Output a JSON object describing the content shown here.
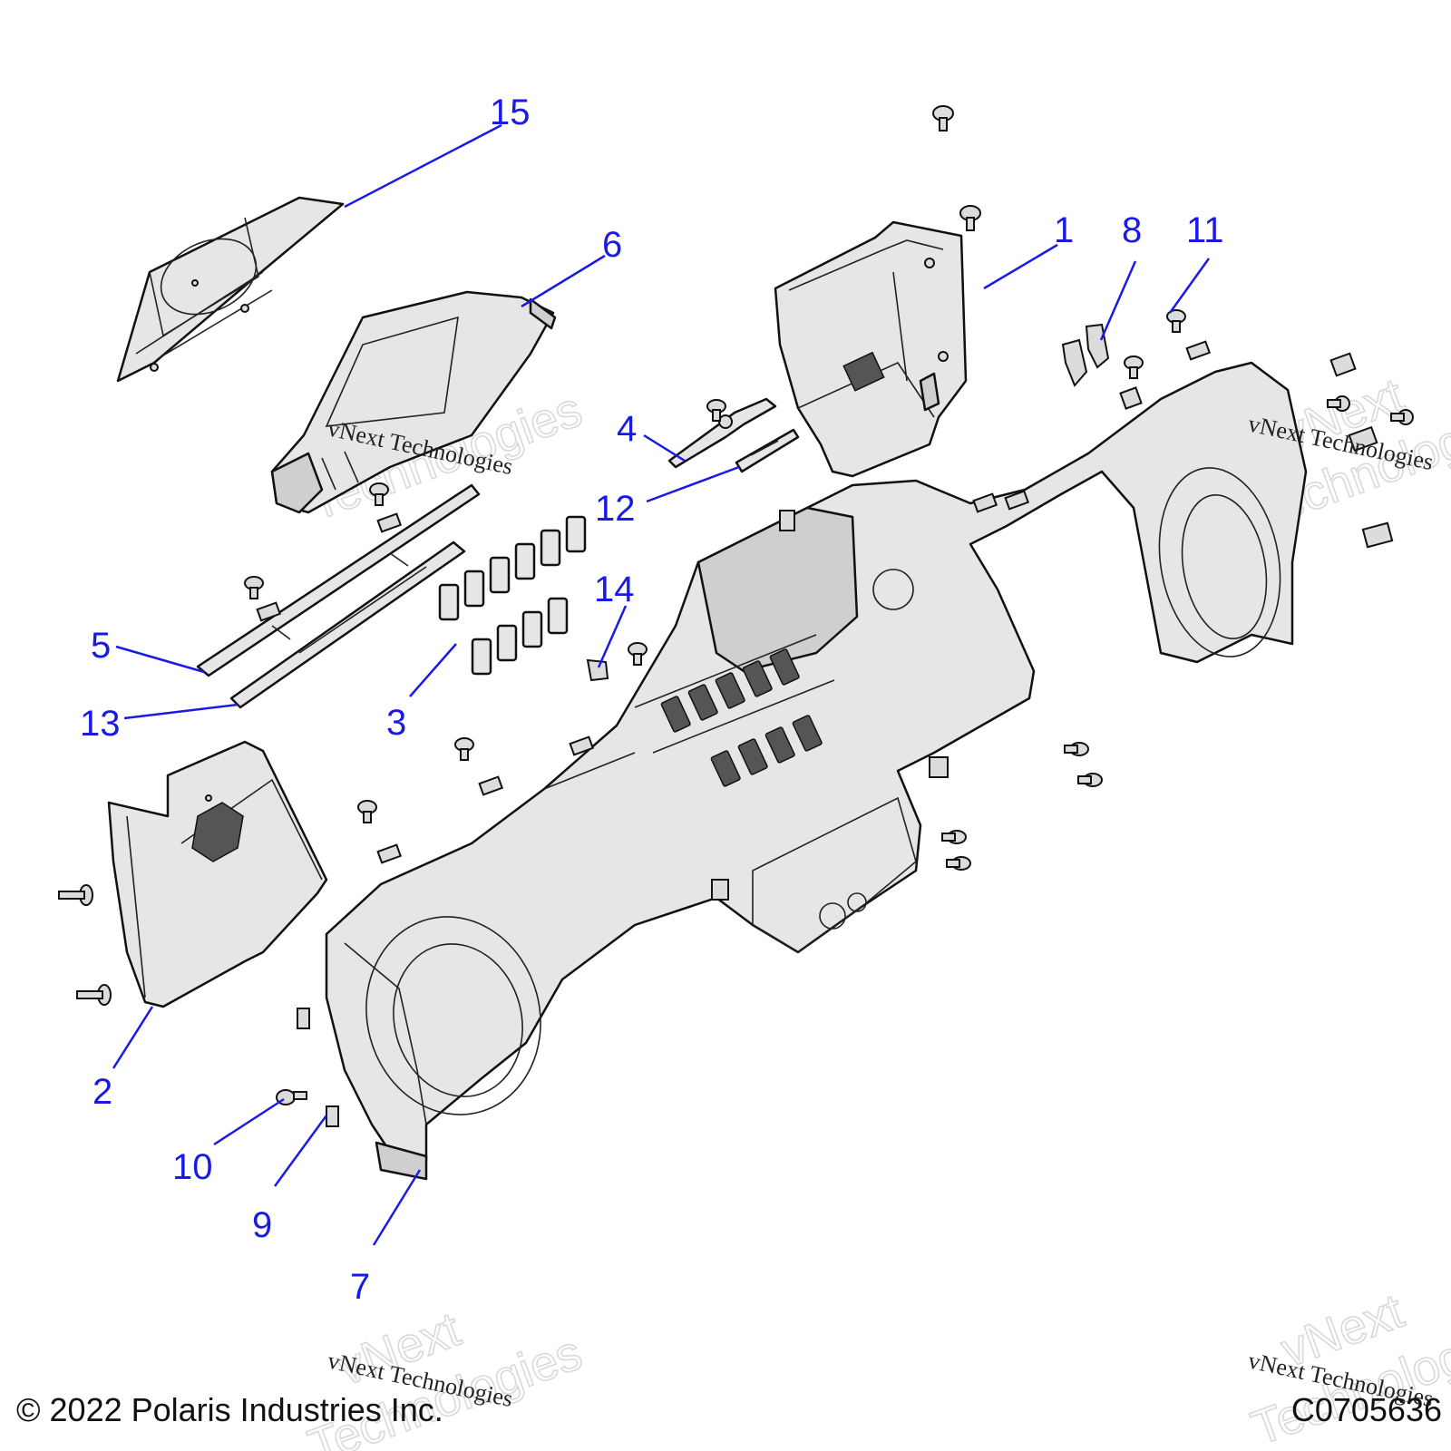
{
  "callouts": [
    {
      "id": "1",
      "label": "1"
    },
    {
      "id": "2",
      "label": "2"
    },
    {
      "id": "3",
      "label": "3"
    },
    {
      "id": "4",
      "label": "4"
    },
    {
      "id": "5",
      "label": "5"
    },
    {
      "id": "6",
      "label": "6"
    },
    {
      "id": "7",
      "label": "7"
    },
    {
      "id": "8",
      "label": "8"
    },
    {
      "id": "9",
      "label": "9"
    },
    {
      "id": "10",
      "label": "10"
    },
    {
      "id": "11",
      "label": "11"
    },
    {
      "id": "12",
      "label": "12"
    },
    {
      "id": "13",
      "label": "13"
    },
    {
      "id": "14",
      "label": "14"
    },
    {
      "id": "15",
      "label": "15"
    }
  ],
  "watermarks": {
    "brand_line1": "vNext",
    "brand_line2": "Technologies",
    "brand_small": "vNext Technologies"
  },
  "footer": {
    "copyright": "© 2022 Polaris Industries Inc.",
    "diagram_code": "C0705636"
  },
  "colors": {
    "callout": "#1a1ae6",
    "line": "#111111",
    "part_fill": "#e6e6e6"
  }
}
